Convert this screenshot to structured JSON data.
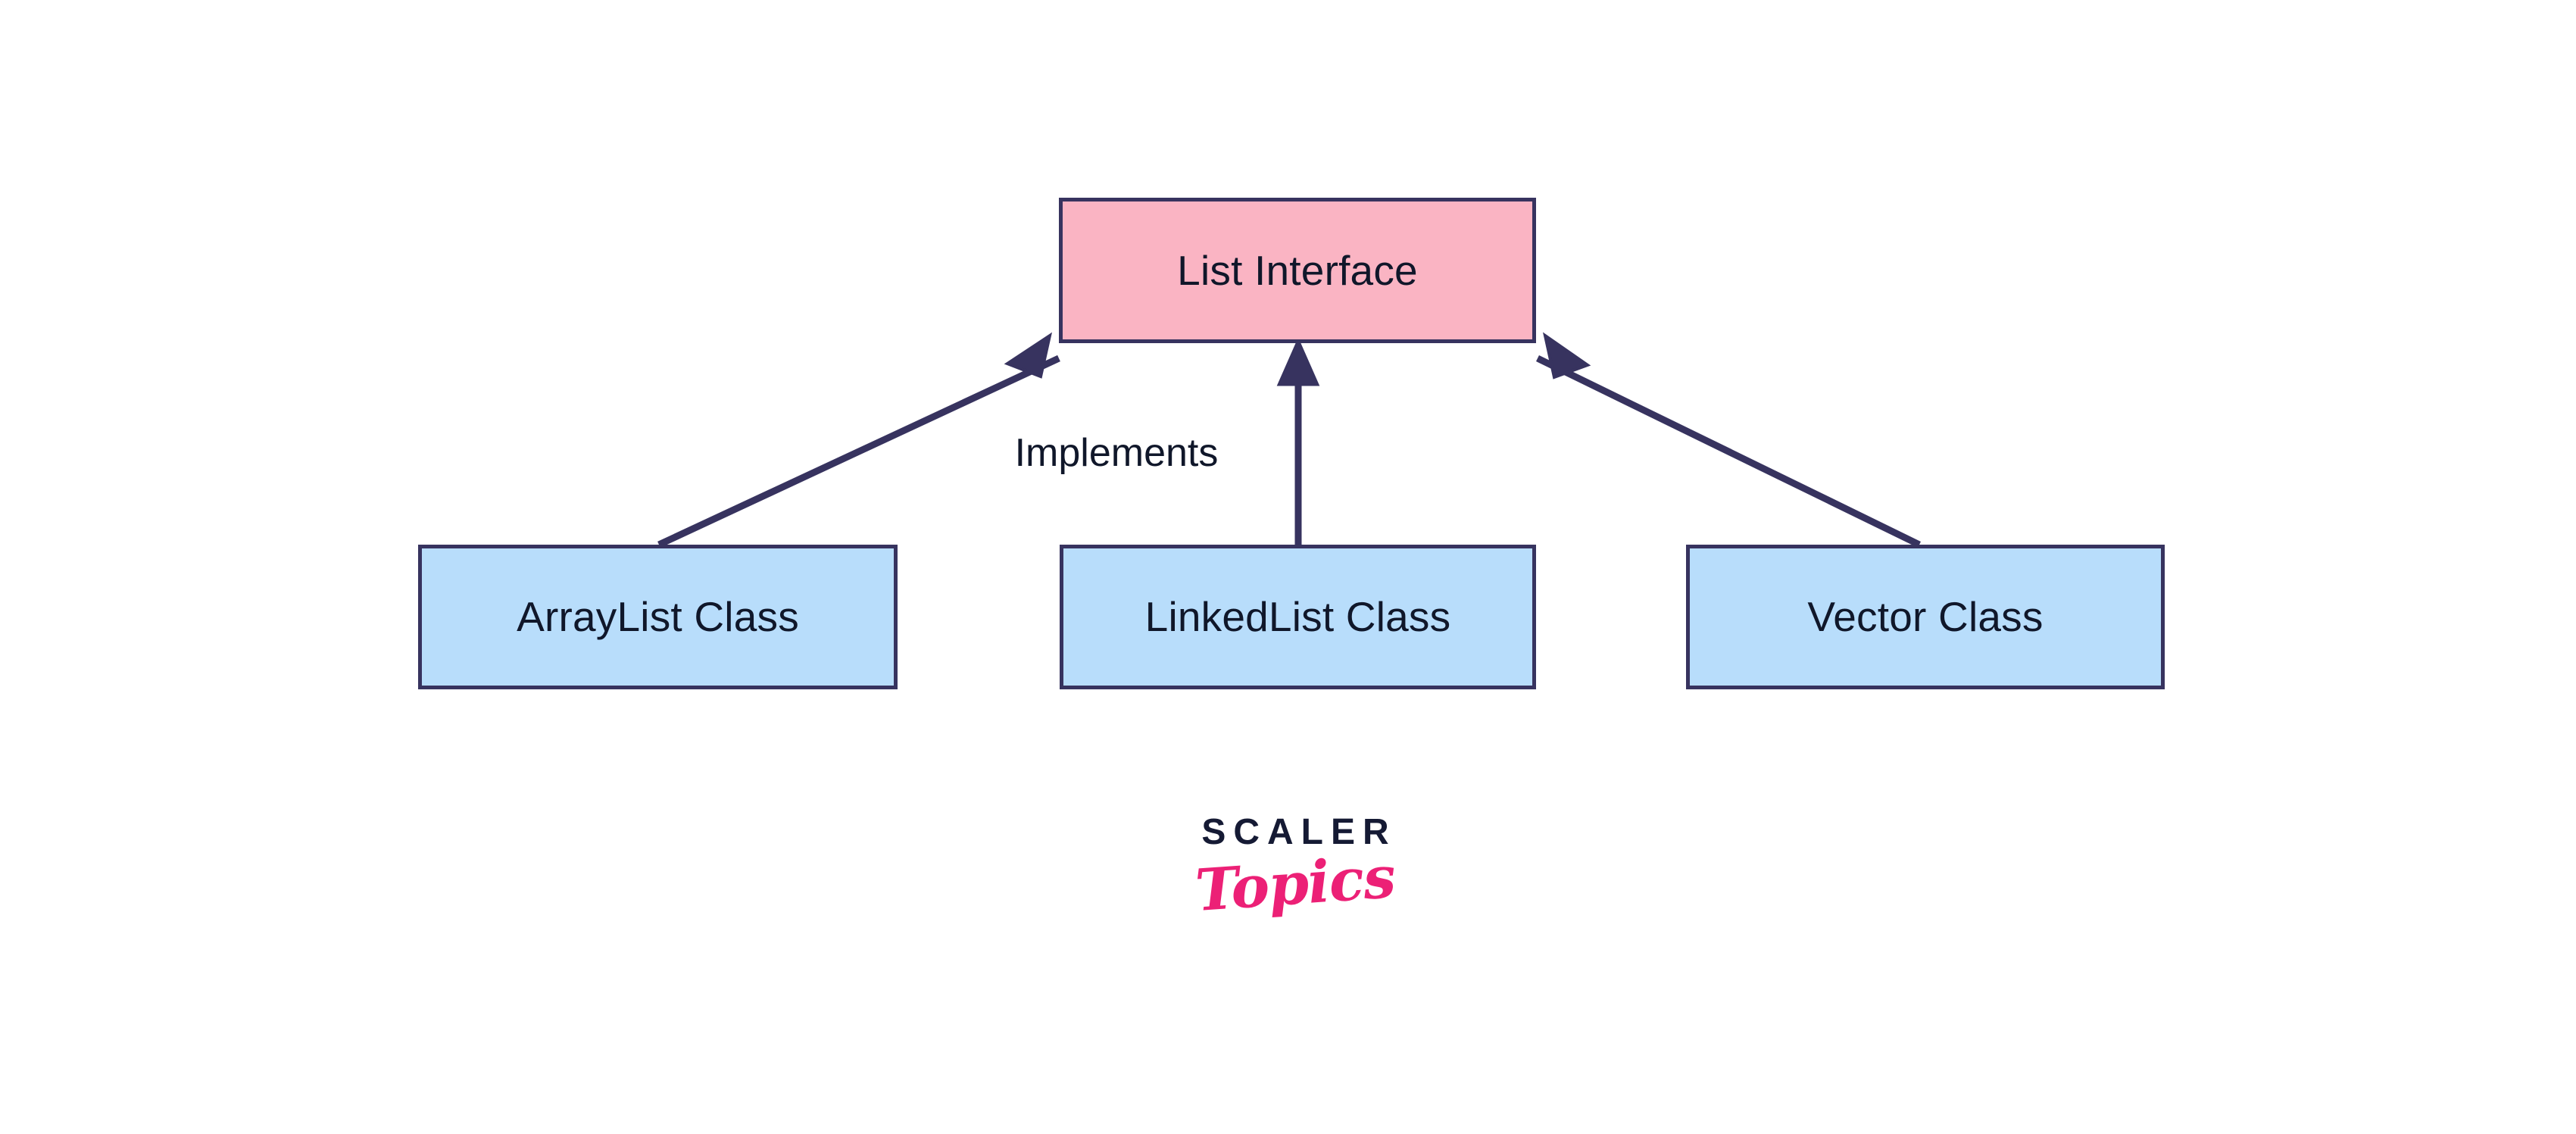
{
  "diagram": {
    "type": "class-hierarchy",
    "title_node": {
      "id": "list-interface",
      "label": "List Interface",
      "fill": "#fab4c3",
      "stroke": "#37335f"
    },
    "implementations": [
      {
        "id": "arraylist-class",
        "label": "ArrayList Class",
        "fill": "#b8ddfb",
        "stroke": "#37335f"
      },
      {
        "id": "linkedlist-class",
        "label": "LinkedList Class",
        "fill": "#b8ddfb",
        "stroke": "#37335f"
      },
      {
        "id": "vector-class",
        "label": "Vector Class",
        "fill": "#b8ddfb",
        "stroke": "#37335f"
      }
    ],
    "relationship_label": "Implements",
    "edges": [
      {
        "from": "arraylist-class",
        "to": "list-interface",
        "relation": "Implements",
        "arrow": "open-triangle"
      },
      {
        "from": "linkedlist-class",
        "to": "list-interface",
        "relation": "Implements",
        "arrow": "open-triangle"
      },
      {
        "from": "vector-class",
        "to": "list-interface",
        "relation": "Implements",
        "arrow": "open-triangle"
      }
    ],
    "edge_color": "#37335f",
    "text_color": "#10172a",
    "background": "#ffffff"
  },
  "branding": {
    "wordmark_primary": "SCALER",
    "wordmark_secondary": "Topics",
    "primary_color": "#151a34",
    "secondary_color": "#ec2076"
  }
}
